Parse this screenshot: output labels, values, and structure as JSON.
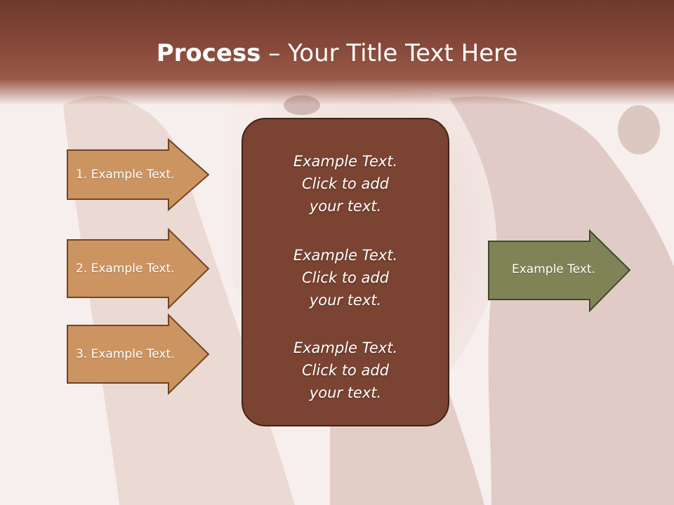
{
  "slide": {
    "title_bold": "Process",
    "title_rest": " – Your Title Text Here"
  },
  "left_arrows": [
    {
      "label": "1. Example Text."
    },
    {
      "label": "2. Example Text."
    },
    {
      "label": "3. Example Text."
    }
  ],
  "center_box": {
    "blocks": [
      {
        "line1": "Example Text.",
        "line2": "Click  to add",
        "line3": "your text."
      },
      {
        "line1": "Example Text.",
        "line2": "Click  to add",
        "line3": "your text."
      },
      {
        "line1": "Example Text.",
        "line2": "Click  to add",
        "line3": "your text."
      }
    ]
  },
  "right_arrow": {
    "label": "Example Text."
  },
  "colors": {
    "title_bar": "#87493a",
    "left_arrow_fill": "#cc9461",
    "left_arrow_stroke": "#6e4524",
    "center_fill": "#7b4332",
    "right_arrow_fill": "#7f8356",
    "right_arrow_stroke": "#3d4a2a"
  }
}
